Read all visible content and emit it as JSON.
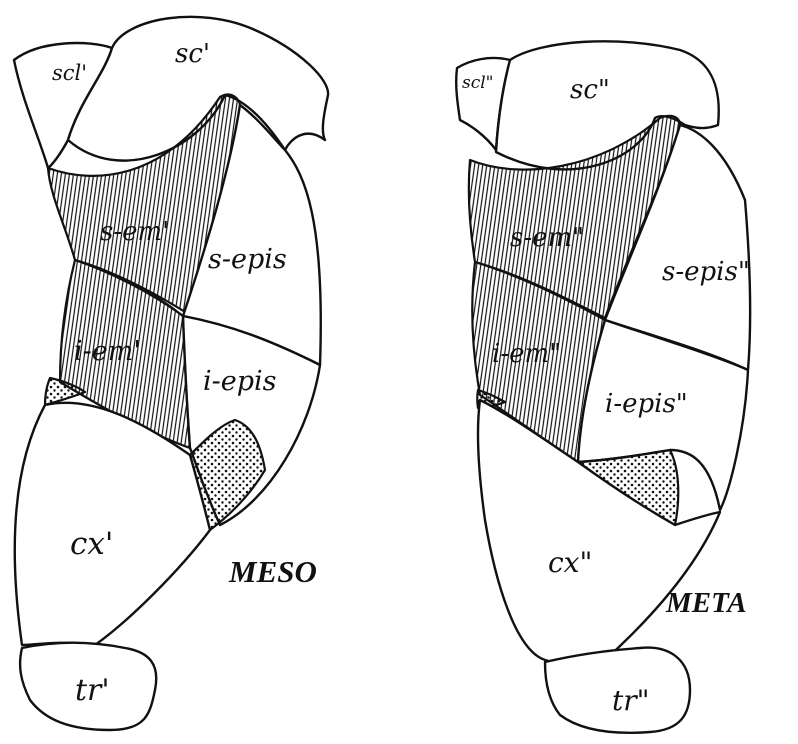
{
  "meso": {
    "scl": "scl'",
    "sc": "sc'",
    "s_em": "s-em'",
    "s_epis": "s-epis",
    "i_em": "i-em'",
    "i_epis": "i-epis",
    "cx": "cx'",
    "tr": "tr'",
    "caption": "MESO"
  },
  "meta": {
    "scl": "scl\"",
    "sc": "sc\"",
    "s_em": "s-em\"",
    "s_epis": "s-epis\"",
    "i_em": "i-em\"",
    "i_epis": "i-epis\"",
    "cx": "cx\"",
    "tr": "tr\"",
    "caption": "META"
  },
  "colors": {
    "ink": "#111111",
    "paper": "#ffffff"
  }
}
